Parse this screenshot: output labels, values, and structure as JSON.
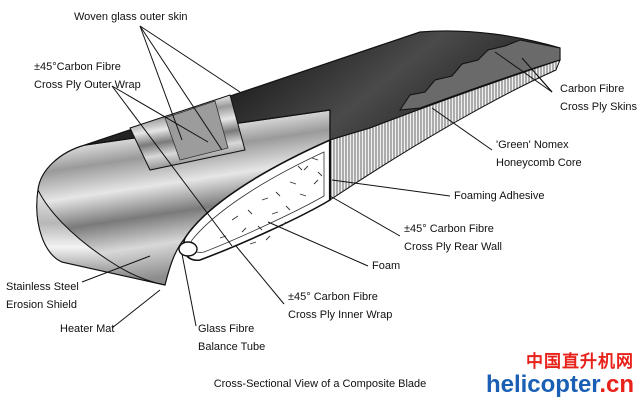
{
  "labels": {
    "woven_skin": "Woven glass outer skin",
    "outer_wrap_1": "±45°Carbon Fibre",
    "outer_wrap_2": "Cross Ply Outer Wrap",
    "carbon_skins_1": "Carbon Fibre",
    "carbon_skins_2": "Cross Ply Skins",
    "nomex_1": "'Green' Nomex",
    "nomex_2": "Honeycomb Core",
    "adhesive": "Foaming Adhesive",
    "rear_wall_1": "±45° Carbon Fibre",
    "rear_wall_2": "Cross Ply Rear Wall",
    "foam": "Foam",
    "inner_wrap_1": "±45° Carbon Fibre",
    "inner_wrap_2": "Cross Ply Inner Wrap",
    "erosion_1": "Stainless Steel",
    "erosion_2": "Erosion Shield",
    "heater": "Heater Mat",
    "balance_1": "Glass Fibre",
    "balance_2": "Balance Tube"
  },
  "caption": "Cross-Sectional View of a Composite Blade",
  "watermark": {
    "cn": "中国直升机网",
    "en_main": "helicopter",
    "en_tld": ".cn"
  },
  "colors": {
    "outline": "#111111",
    "dark_skin": "#2b2b2b",
    "watermark_red": "#e8221b",
    "watermark_blue": "#1a5fb4"
  }
}
